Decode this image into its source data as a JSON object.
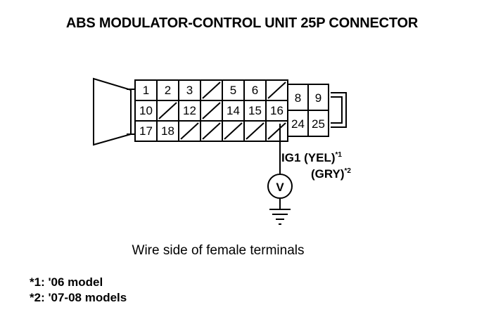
{
  "title": "ABS MODULATOR-CONTROL UNIT 25P CONNECTOR",
  "caption": "Wire side of female terminals",
  "notes": [
    "*1: '06 model",
    "*2: '07-08 models"
  ],
  "wire": {
    "line1_text": "IG1 (YEL)",
    "line1_mark": "*1",
    "line2_text": "(GRY)",
    "line2_mark": "*2"
  },
  "meter_symbol": "V",
  "connector": {
    "rows": [
      [
        "1",
        "2",
        "3",
        "",
        "5",
        "6",
        ""
      ],
      [
        "10",
        "",
        "12",
        "",
        "14",
        "15",
        "16"
      ],
      [
        "17",
        "18",
        "",
        "",
        "",
        "",
        ""
      ]
    ],
    "right_block": [
      [
        "8",
        "9"
      ],
      [
        "24",
        "25"
      ]
    ]
  }
}
